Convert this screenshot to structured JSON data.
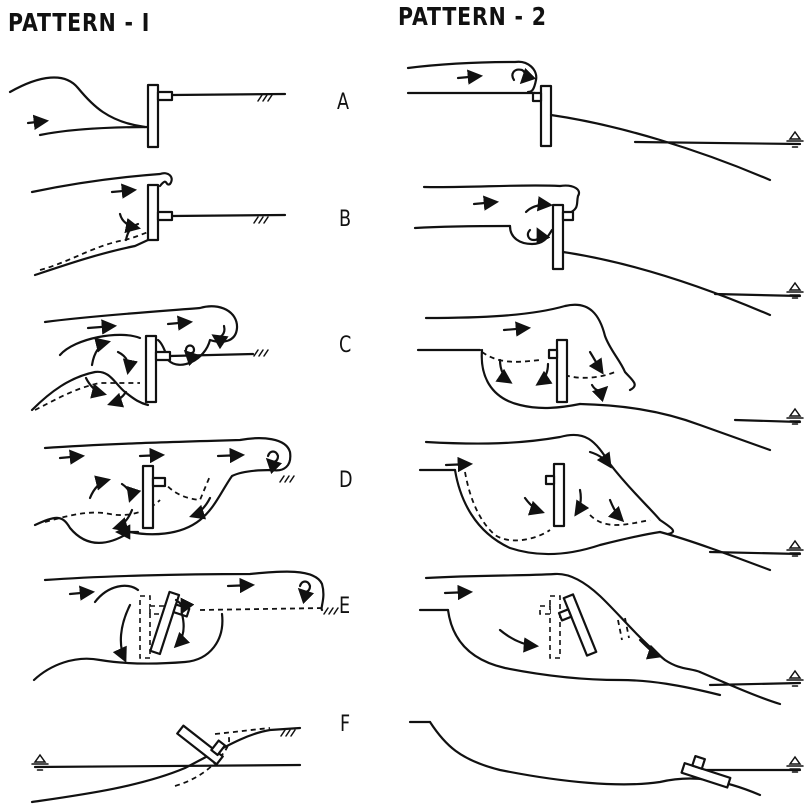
{
  "patterns": [
    {
      "title": "PATTERN - I"
    },
    {
      "title": "PATTERN - 2"
    }
  ],
  "stages": [
    "A",
    "B",
    "C",
    "D",
    "E",
    "F"
  ]
}
